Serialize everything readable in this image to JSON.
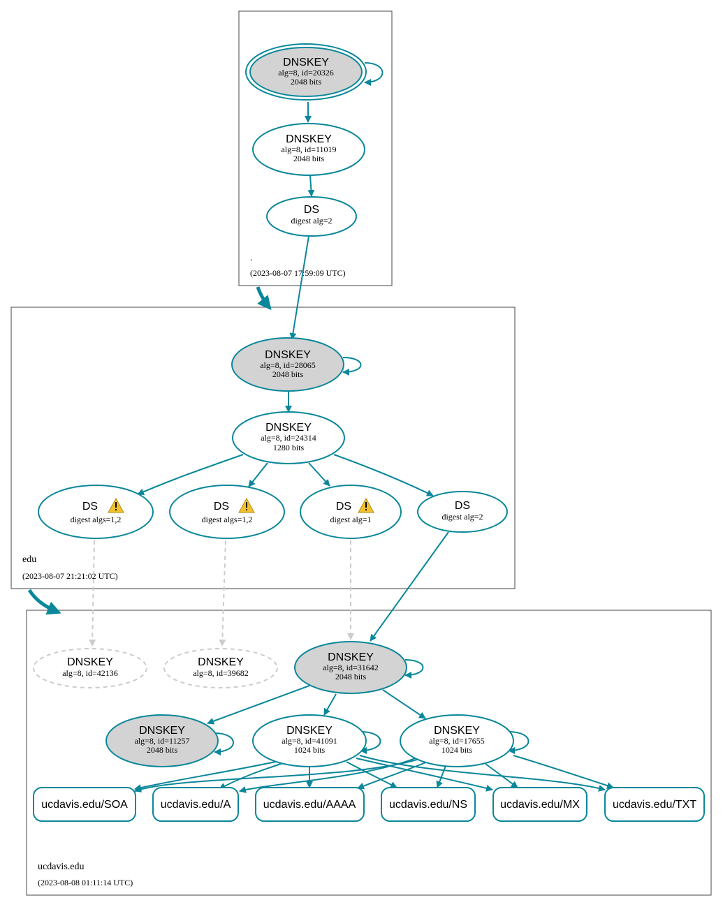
{
  "colors": {
    "secure": "#0a879a",
    "insecure_dashed": "#cccccc",
    "sep_fill": "#d3d3d3",
    "warning": "#f2c12e"
  },
  "zones": {
    "root": {
      "name": ".",
      "timestamp": "(2023-08-07 17:59:09 UTC)"
    },
    "edu": {
      "name": "edu",
      "timestamp": "(2023-08-07 21:21:02 UTC)"
    },
    "ucdavis": {
      "name": "ucdavis.edu",
      "timestamp": "(2023-08-08 01:11:14 UTC)"
    }
  },
  "nodes": {
    "root_ksk": {
      "title": "DNSKEY",
      "line1": "alg=8, id=20326",
      "line2": "2048 bits"
    },
    "root_zsk": {
      "title": "DNSKEY",
      "line1": "alg=8, id=11019",
      "line2": "2048 bits"
    },
    "root_ds": {
      "title": "DS",
      "line1": "digest alg=2"
    },
    "edu_ksk": {
      "title": "DNSKEY",
      "line1": "alg=8, id=28065",
      "line2": "2048 bits"
    },
    "edu_zsk": {
      "title": "DNSKEY",
      "line1": "alg=8, id=24314",
      "line2": "1280 bits"
    },
    "edu_ds1": {
      "title": "DS",
      "line1": "digest algs=1,2",
      "warning": "warning-icon"
    },
    "edu_ds2": {
      "title": "DS",
      "line1": "digest algs=1,2",
      "warning": "warning-icon"
    },
    "edu_ds3": {
      "title": "DS",
      "line1": "digest alg=1",
      "warning": "warning-icon"
    },
    "edu_ds4": {
      "title": "DS",
      "line1": "digest alg=2"
    },
    "uc_missing1": {
      "title": "DNSKEY",
      "line1": "alg=8, id=42136"
    },
    "uc_missing2": {
      "title": "DNSKEY",
      "line1": "alg=8, id=39682"
    },
    "uc_ksk": {
      "title": "DNSKEY",
      "line1": "alg=8, id=31642",
      "line2": "2048 bits"
    },
    "uc_k11257": {
      "title": "DNSKEY",
      "line1": "alg=8, id=11257",
      "line2": "2048 bits"
    },
    "uc_k41091": {
      "title": "DNSKEY",
      "line1": "alg=8, id=41091",
      "line2": "1024 bits"
    },
    "uc_k17655": {
      "title": "DNSKEY",
      "line1": "alg=8, id=17655",
      "line2": "1024 bits"
    }
  },
  "records": {
    "soa": "ucdavis.edu/SOA",
    "a": "ucdavis.edu/A",
    "aaaa": "ucdavis.edu/AAAA",
    "ns": "ucdavis.edu/NS",
    "mx": "ucdavis.edu/MX",
    "txt": "ucdavis.edu/TXT"
  }
}
